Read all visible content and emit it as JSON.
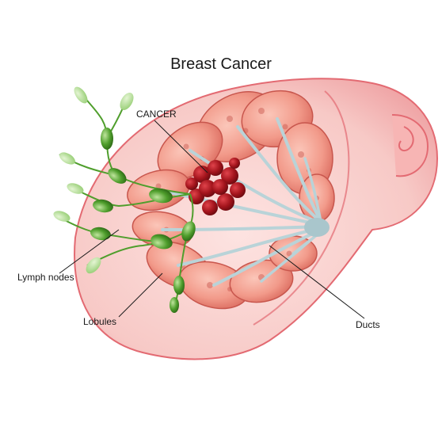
{
  "title": "Breast Cancer",
  "labels": {
    "cancer": "CANCER",
    "lymph_nodes": "Lymph nodes",
    "lobules": "Lobules",
    "ducts": "Ducts"
  },
  "colors": {
    "skin": "#f7c9c6",
    "skin_edge": "#e36a72",
    "lobule": "#f29a8a",
    "lobule_dark": "#c8564d",
    "duct": "#b9d3d8",
    "tumor": "#a3141c",
    "lymph": "#4f9e2c",
    "lymph_light": "#9bd07a"
  }
}
